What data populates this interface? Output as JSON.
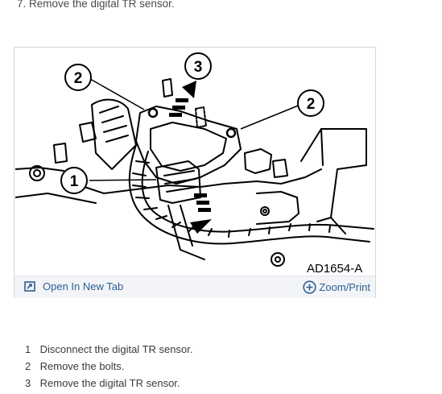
{
  "step": {
    "heading": "7. Remove the digital TR sensor."
  },
  "figure": {
    "code": "AD1654-A",
    "callouts": [
      "1",
      "2",
      "2",
      "3"
    ],
    "open_tab_label": "Open In New Tab",
    "zoom_label": "Zoom/Print",
    "open_tab_icon": "open-new-tab-icon",
    "zoom_icon": "zoom-plus-icon",
    "accent_color": "#2d5f94"
  },
  "substeps": [
    {
      "num": "1",
      "text": "Disconnect the digital TR sensor."
    },
    {
      "num": "2",
      "text": "Remove the bolts."
    },
    {
      "num": "3",
      "text": "Remove the digital TR sensor."
    }
  ]
}
